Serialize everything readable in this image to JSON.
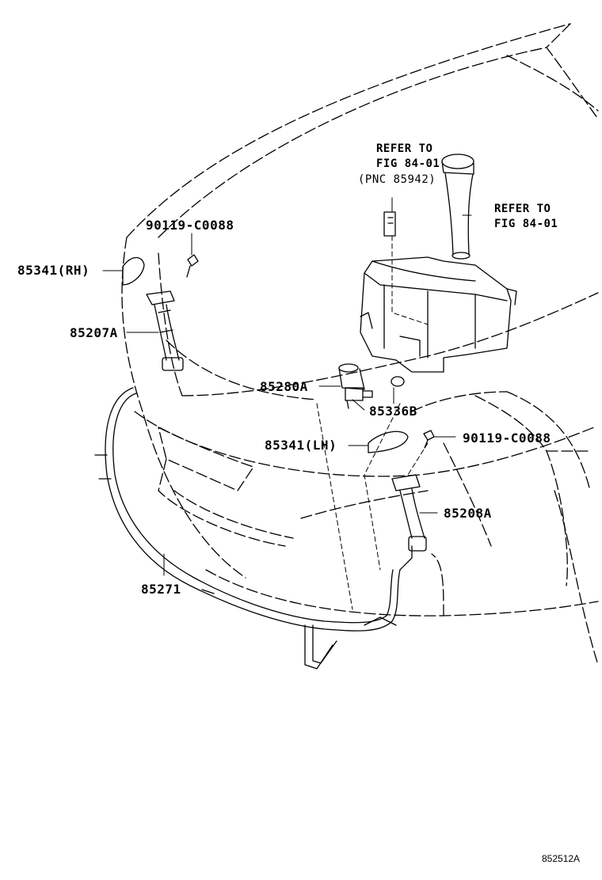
{
  "labels": {
    "refer_left_1": "REFER TO",
    "refer_left_2": "FIG 84-01",
    "refer_left_3": "(PNC 85942)",
    "refer_right_1": "REFER TO",
    "refer_right_2": "FIG 84-01",
    "bolt_top": "90119-C0088",
    "cap_rh": "85341(RH)",
    "nozzle_rh": "85207A",
    "pump": "85280A",
    "grommet": "85336B",
    "cap_lh": "85341(LH)",
    "bolt_right": "90119-C0088",
    "nozzle_lh": "85208A",
    "hose": "85271"
  },
  "figure_ref": "852512A"
}
